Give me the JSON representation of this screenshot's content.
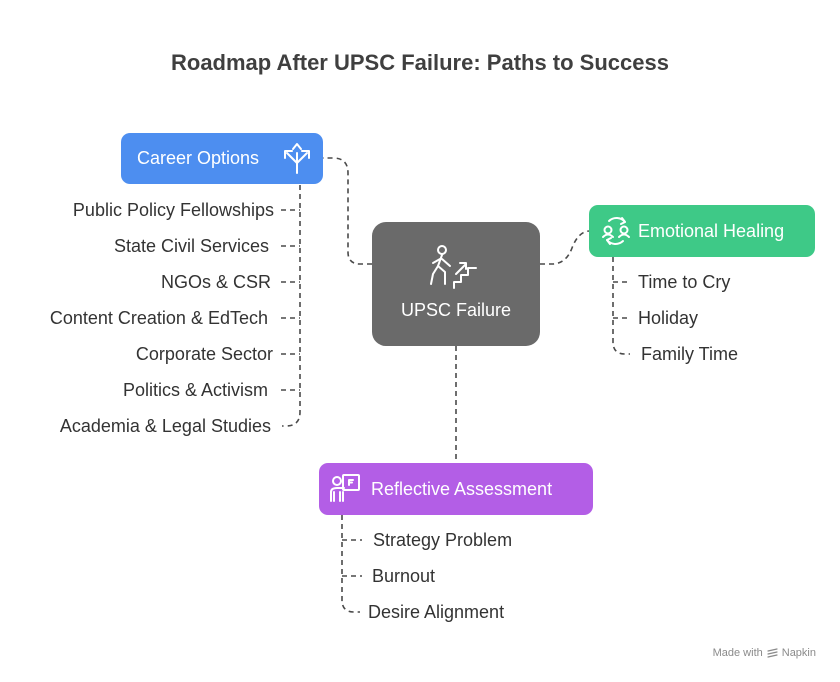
{
  "title": "Roadmap After UPSC Failure: Paths to Success",
  "center": {
    "label": "UPSC Failure",
    "icon": "person-climbing-stairs-icon",
    "color": "#6a6a6a"
  },
  "career": {
    "label": "Career Options",
    "icon": "diverging-arrows-icon",
    "color": "#4d8ef0",
    "items": [
      "Public Policy Fellowships",
      "State Civil Services",
      "NGOs & CSR",
      "Content Creation & EdTech",
      "Corporate Sector",
      "Politics & Activism",
      "Academia & Legal Studies"
    ]
  },
  "emotional": {
    "label": "Emotional Healing",
    "icon": "recycle-heads-icon",
    "color": "#3ec987",
    "items": [
      "Time to Cry",
      "Holiday",
      "Family Time"
    ]
  },
  "reflective": {
    "label": "Reflective Assessment",
    "icon": "person-at-board-icon",
    "color": "#b35ee6",
    "items": [
      "Strategy Problem",
      "Burnout",
      "Desire Alignment"
    ]
  },
  "footer": {
    "made_with": "Made with",
    "brand": "Napkin"
  }
}
